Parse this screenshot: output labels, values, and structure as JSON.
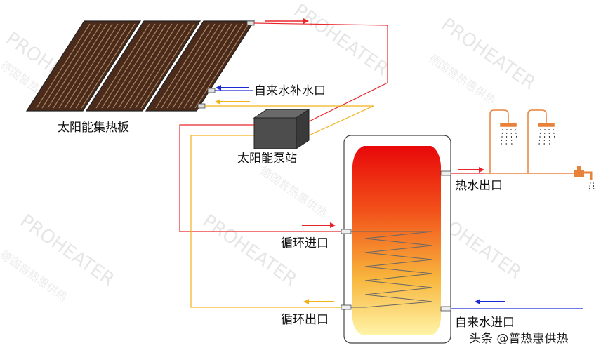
{
  "labels": {
    "collector": "太阳能集热板",
    "pump_station": "太阳能泵站",
    "makeup_inlet": "自来水补水口",
    "hot_water_outlet": "热水出口",
    "circulation_inlet": "循环进口",
    "circulation_outlet": "循环出口",
    "cold_water_inlet": "自来水进口"
  },
  "watermark": {
    "brand": "PROHEATER",
    "cn": "德国普热惠供热"
  },
  "credit": "头条 @普热惠供热",
  "colors": {
    "hot_line": "#e8262a",
    "return_line": "#f2b21b",
    "cold_line": "#1a2bd6",
    "collector_fill": "#4a2a1a",
    "pipe_orange": "#e8823a"
  }
}
